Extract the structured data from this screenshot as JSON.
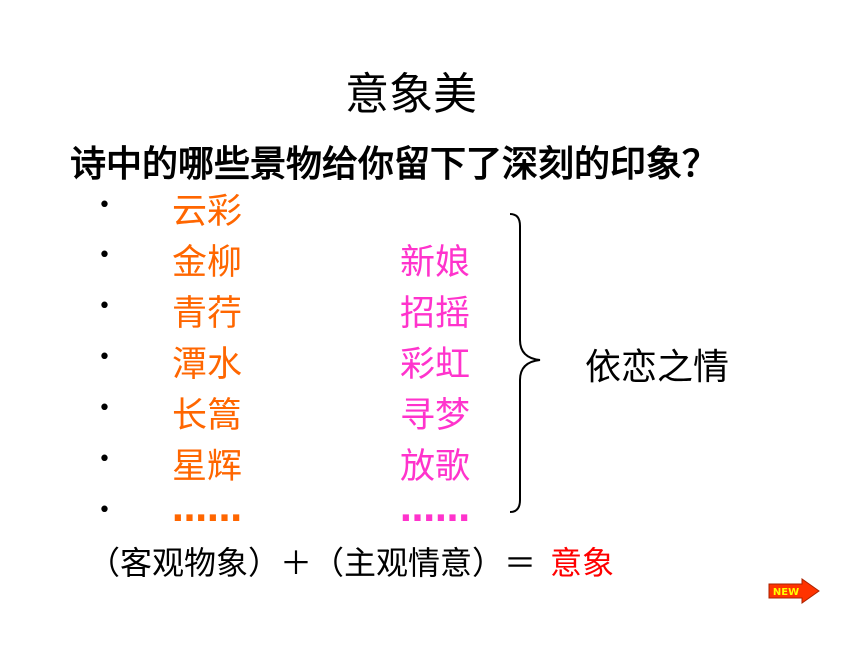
{
  "title": "意象美",
  "question": "诗中的哪些景物给你留下了深刻的印象？",
  "bullet_char": "•",
  "left_column": [
    "云彩",
    "金柳",
    "青荇",
    "潭水",
    "长篙",
    "星辉",
    "……"
  ],
  "right_column": [
    "新娘",
    "招摇",
    "彩虹",
    "寻梦",
    "放歌",
    "……"
  ],
  "brace_label": "依恋之情",
  "formula": {
    "expression": "（客观物象）＋（主观情意）＝",
    "result": "意象"
  },
  "new_button": {
    "label": "NEW",
    "icon": "next-arrow-icon"
  },
  "colors": {
    "left_items": "#ff6600",
    "right_items": "#ff33cc",
    "result": "#ff0000",
    "new_button_fill": "#ff3300",
    "new_button_text": "#ffff00"
  }
}
